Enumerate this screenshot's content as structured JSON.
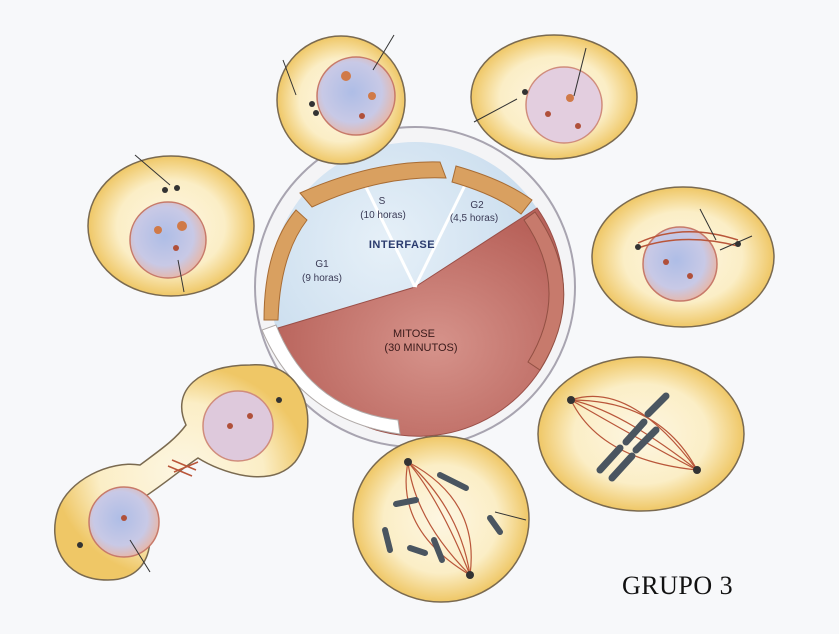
{
  "cycle": {
    "s_phase": {
      "name": "S",
      "duration": "(10 horas)"
    },
    "g2_phase": {
      "name": "G2",
      "duration": "(4,5 horas)"
    },
    "g1_phase": {
      "name": "G1",
      "duration": "(9 horas)"
    },
    "interphase_label": "INTERFASE",
    "mitosis": {
      "name": "MITOSE",
      "duration": "(30 MINUTOS)"
    }
  },
  "group_label": "GRUPO 3",
  "colors": {
    "cytoplasm": "#f2d27a",
    "cytoplasm_light": "#fbf1d0",
    "nucleus": "#c8cde8",
    "nucleus_edge": "#d98a6a",
    "mitosis_fill": "#c97a72",
    "interphase_fill": "#cfe0ee",
    "phase_band": "#d99a55",
    "spindle": "#b9563a",
    "chromosome": "#4a5560"
  }
}
